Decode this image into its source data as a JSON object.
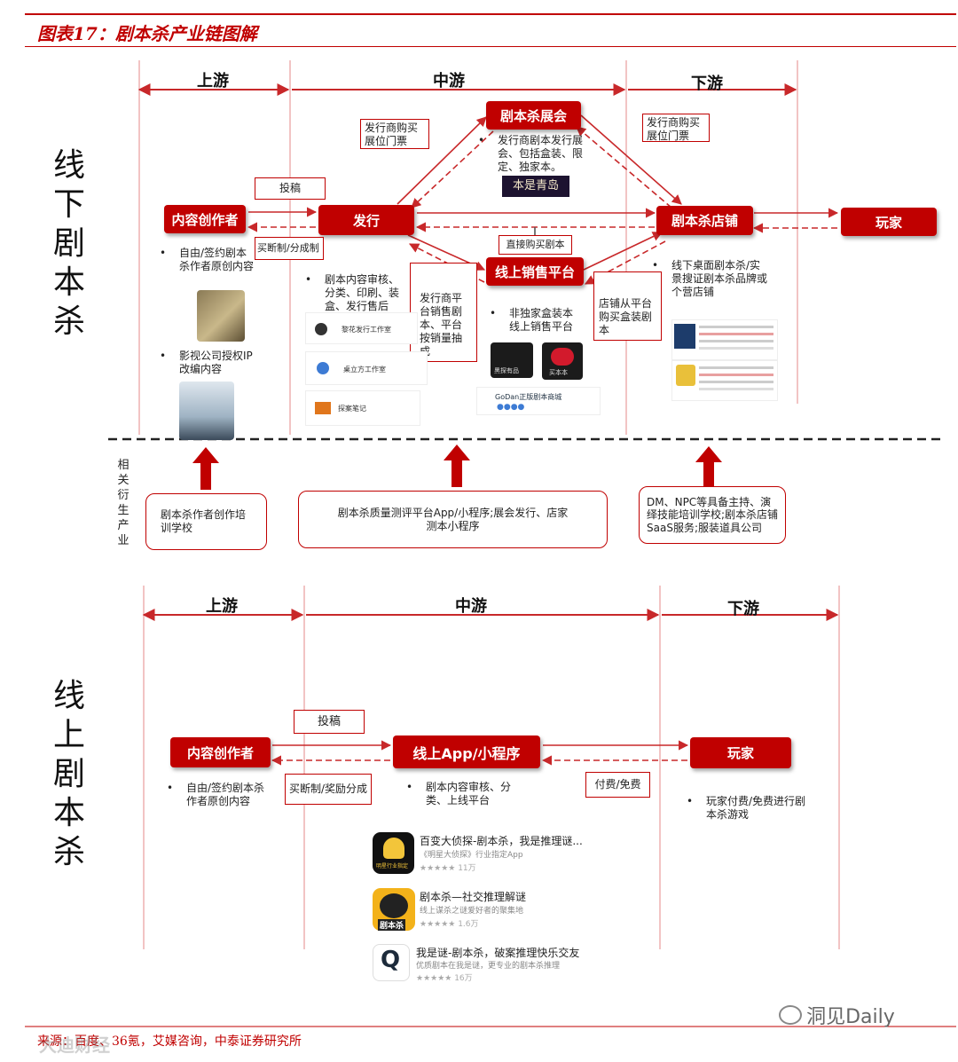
{
  "figure_title": "图表17：剧本杀产业链图解",
  "source": "来源：百度、36氪，艾媒咨询，中泰证券研究所",
  "watermark_left": "大迪财经",
  "watermark_right": "洞见Daily",
  "offline": {
    "side_label": [
      "线",
      "下",
      "剧",
      "本",
      "杀"
    ],
    "stages": {
      "upstream": "上游",
      "midstream": "中游",
      "downstream": "下游"
    },
    "nodes": {
      "creator": "内容创作者",
      "publisher": "发行",
      "expo": "剧本杀展会",
      "online_platform": "线上销售平台",
      "store": "剧本杀店铺",
      "player": "玩家"
    },
    "labels": {
      "submit": "投稿",
      "buyout": "买断制/分成制",
      "pub_buy_booth_left": "发行商购买展位门票",
      "pub_buy_booth_right": "发行商购买展位门票",
      "direct_buy": "直接购买剧本",
      "pub_platform_sales": "发行商平台销售剧本、平台按销量抽成",
      "store_buy_platform": "店铺从平台购买盒装剧本"
    },
    "bullets": {
      "creator_1": "自由/签约剧本杀作者原创内容",
      "creator_2": "影视公司授权IP改编内容",
      "publisher_1": "剧本内容审核、分类、印刷、装盒、发行售后",
      "expo_1": "发行商剧本发行展会、包括盒装、限定、独家本。",
      "platform_1": "非独家盒装本线上销售平台",
      "store_1": "线下桌面剧本杀/实景搜证剧本杀品牌或个营店铺"
    },
    "logos": {
      "expo_logo": "本是青岛",
      "pub_1": "黎花发行工作室",
      "pub_2": "桌立方工作室",
      "pub_3": "探案笔记",
      "platform_1": "黑探有品",
      "platform_2": "买本本",
      "platform_3": "GoDan正版剧本商城"
    }
  },
  "derivative": {
    "side_label": [
      "相",
      "关",
      "衍",
      "生",
      "产",
      "业"
    ],
    "box_left": "剧本杀作者创作培训学校",
    "box_mid": "剧本杀质量测评平台App/小程序;展会发行、店家测本小程序",
    "box_right": "DM、NPC等具备主持、演绎技能培训学校;剧本杀店铺SaaS服务;服装道具公司"
  },
  "online": {
    "side_label": [
      "线",
      "上",
      "剧",
      "本",
      "杀"
    ],
    "stages": {
      "upstream": "上游",
      "midstream": "中游",
      "downstream": "下游"
    },
    "nodes": {
      "creator": "内容创作者",
      "app": "线上App/小程序",
      "player": "玩家"
    },
    "labels": {
      "submit": "投稿",
      "buyout": "买断制/奖励分成",
      "pay": "付费/免费"
    },
    "bullets": {
      "creator_1": "自由/签约剧本杀作者原创内容",
      "app_1": "剧本内容审核、分类、上线平台",
      "player_1": "玩家付费/免费进行剧本杀游戏"
    },
    "apps": [
      {
        "title": "百变大侦探-剧本杀，我是推理谜...",
        "sub": "《明星大侦探》行业指定App",
        "rating": "★★★★★ 11万",
        "icon_text": "明星行业指定"
      },
      {
        "title": "剧本杀—社交推理解谜",
        "sub": "线上谋杀之谜爱好者的聚集地",
        "rating": "★★★★★ 1.6万",
        "icon_text": "剧本杀"
      },
      {
        "title": "我是谜-剧本杀，破案推理快乐交友",
        "sub": "优质剧本在我是谜，更专业的剧本杀推理",
        "rating": "★★★★★ 16万",
        "icon_text": "Q"
      }
    ]
  },
  "colors": {
    "accent": "#c00000",
    "arrow": "#c8282a"
  }
}
